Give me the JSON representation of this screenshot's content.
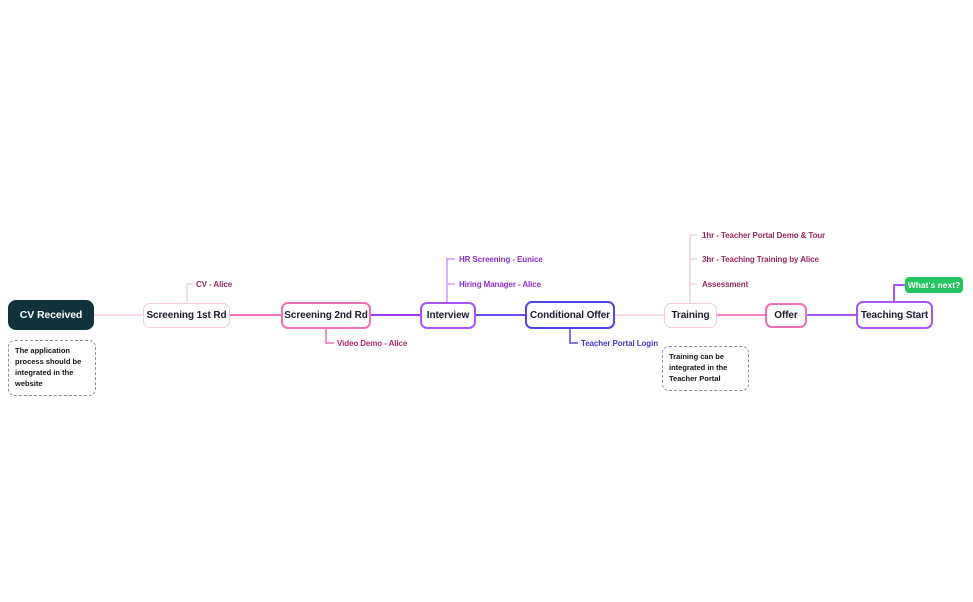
{
  "diagram": {
    "nodes": [
      {
        "id": "cv-received",
        "label": "CV Received",
        "style": "dark"
      },
      {
        "id": "screening-1st-rd",
        "label": "Screening 1st Rd",
        "style": "pink-light-border"
      },
      {
        "id": "screening-2nd-rd",
        "label": "Screening 2nd Rd",
        "style": "pink-border"
      },
      {
        "id": "interview",
        "label": "Interview",
        "style": "purple-border"
      },
      {
        "id": "conditional-offer",
        "label": "Conditional Offer",
        "style": "indigo-border"
      },
      {
        "id": "training",
        "label": "Training",
        "style": "pink-light-border"
      },
      {
        "id": "offer",
        "label": "Offer",
        "style": "pink-border"
      },
      {
        "id": "teaching-start",
        "label": "Teaching Start",
        "style": "purple-border"
      },
      {
        "id": "whats-next",
        "label": "What's next?",
        "style": "green-chip"
      }
    ],
    "annotations": [
      {
        "id": "cv-alice",
        "label": "CV - Alice",
        "color": "maroon"
      },
      {
        "id": "video-demo-alice",
        "label": "Video Demo - Alice",
        "color": "pink"
      },
      {
        "id": "hr-screening-eunice",
        "label": "HR Screening - Eunice",
        "color": "purple"
      },
      {
        "id": "hiring-manager-alice",
        "label": "Hiring Manager - Alice",
        "color": "purple"
      },
      {
        "id": "teacher-portal-login",
        "label": "Teacher Portal Login",
        "color": "indigo"
      },
      {
        "id": "portal-demo-tour",
        "label": "1hr - Teacher Portal Demo & Tour",
        "color": "maroon"
      },
      {
        "id": "teaching-training",
        "label": "3hr - Teaching Training by Alice",
        "color": "maroon"
      },
      {
        "id": "assessment",
        "label": "Assessment",
        "color": "maroon"
      }
    ],
    "notes": [
      {
        "id": "note-application",
        "text": "The application process should be integrated in the website"
      },
      {
        "id": "note-training",
        "text": "Training can be integrated in the Teacher Portal"
      }
    ],
    "colors": {
      "dark_node_bg": "#10323b",
      "node_text": "#1c1c2e",
      "pink_strong": "#f06eb4",
      "pink_light_border": "#f6c9e2",
      "purple_border": "#a855f7",
      "indigo_border": "#4f46e5",
      "green_chip": "#24c45e",
      "line_pink_light": "#f2cde2",
      "line_pink": "#f371b8",
      "line_purple": "#9d3af0",
      "line_indigo": "#6a4cee",
      "line_branch_purple_light": "#cf9bf5",
      "annotation_maroon": "#962a63",
      "annotation_pink": "#b42a6f",
      "annotation_purple": "#8b2fd6",
      "annotation_indigo": "#4338ca",
      "background": "#ffffff"
    }
  }
}
